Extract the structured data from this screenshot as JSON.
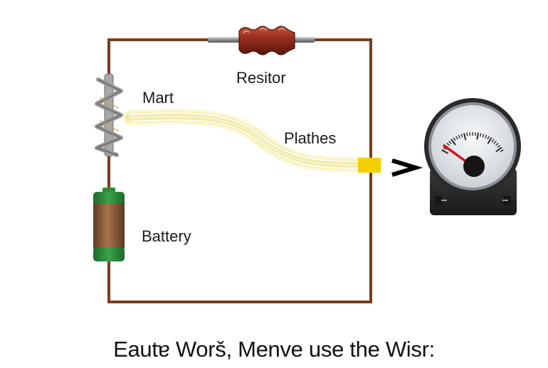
{
  "labels": {
    "resistor": "Resitor",
    "mart": "Mart",
    "plathes": "Plathes",
    "battery": "Battery"
  },
  "caption": "Eautɐ Worš, Menve use the Wisr:",
  "colors": {
    "wire": "#7a3d1e",
    "resistor_body": "#8e2a1a",
    "coil": "#9a9a9a",
    "battery_body": "#8a5a3a",
    "battery_band": "#2e8b3a",
    "glow_path": "#f2efb0",
    "connector": "#f4d000",
    "meter_body": "#2b2b2b",
    "meter_face": "#eef0f2",
    "needle": "#d0161b"
  },
  "icons": {
    "meter": "analog-meter-icon",
    "arrow": "chevron-right-icon",
    "coil": "coil-icon",
    "battery": "battery-icon",
    "resistor": "resistor-icon"
  }
}
